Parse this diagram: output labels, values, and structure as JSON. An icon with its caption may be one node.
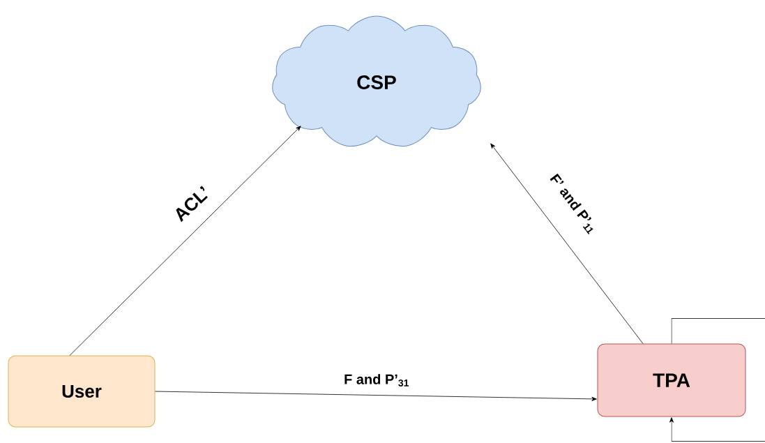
{
  "diagram": {
    "nodes": [
      {
        "text": [
          "CSP"
        ]
      },
      {
        "text": [
          "User"
        ]
      },
      {
        "text": [
          "TPA"
        ]
      }
    ],
    "edges": [
      {
        "from": 1,
        "to": 0,
        "arrow": "to",
        "label": "ACL’"
      },
      {
        "from": 2,
        "to": 0,
        "arrow": "to",
        "label": "F’ and P’$_{11}$"
      },
      {
        "from": 1,
        "to": 2,
        "arrow": "to",
        "label": "F and P’$_{31}$"
      },
      {
        "from": 2,
        "to": 2,
        "arrow": "to"
      }
    ]
  }
}
